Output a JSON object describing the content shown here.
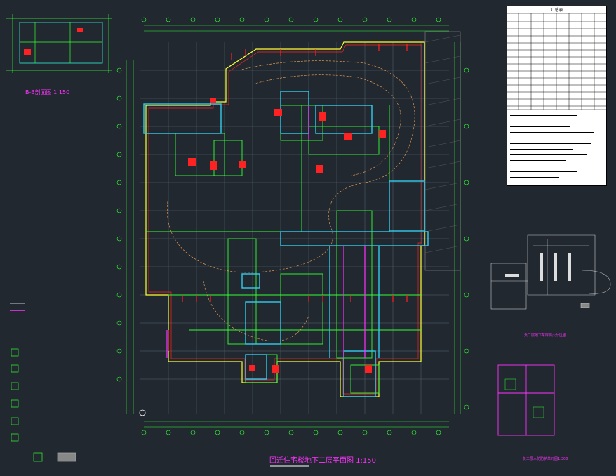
{
  "drawing": {
    "main_title": "回迁住宅楼地下二层平面图 1:150",
    "section_title": "B-B剖面图 1:150",
    "inset1_title": "负二层地下车库防火分区图",
    "inset2_title": "负二层人防防护单元图1:300",
    "table_title": "汇总表"
  },
  "colors": {
    "background": "#212830",
    "wall_green": "#33ff33",
    "cyan": "#33ccee",
    "red": "#ff2222",
    "magenta": "#ff33ff",
    "yellow": "#ffff33",
    "white": "#f0f0f0"
  }
}
